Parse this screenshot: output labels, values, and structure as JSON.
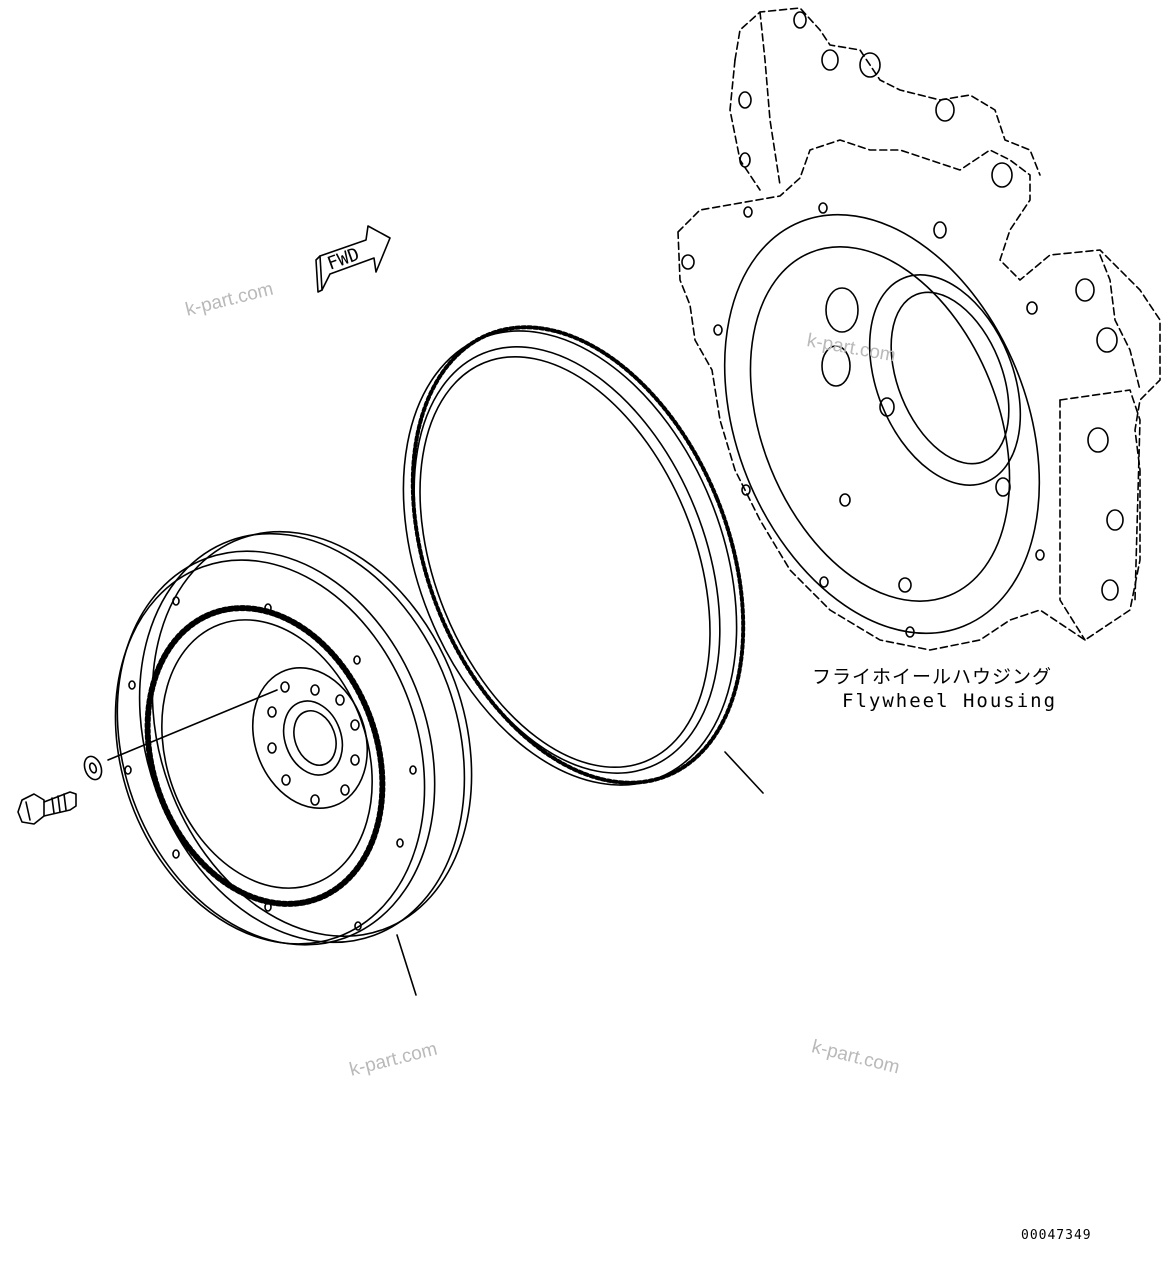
{
  "diagram": {
    "fwd_label": "FWD",
    "housing_label_jp": "フライホイールハウジング",
    "housing_label_en": "Flywheel Housing",
    "drawing_number": "00047349",
    "watermarks": [
      "k-part.com",
      "k-part.com",
      "k-part.com",
      "k-part.com"
    ]
  },
  "colors": {
    "line": "#000000",
    "background": "#ffffff",
    "watermark": "#b9b9b9"
  }
}
